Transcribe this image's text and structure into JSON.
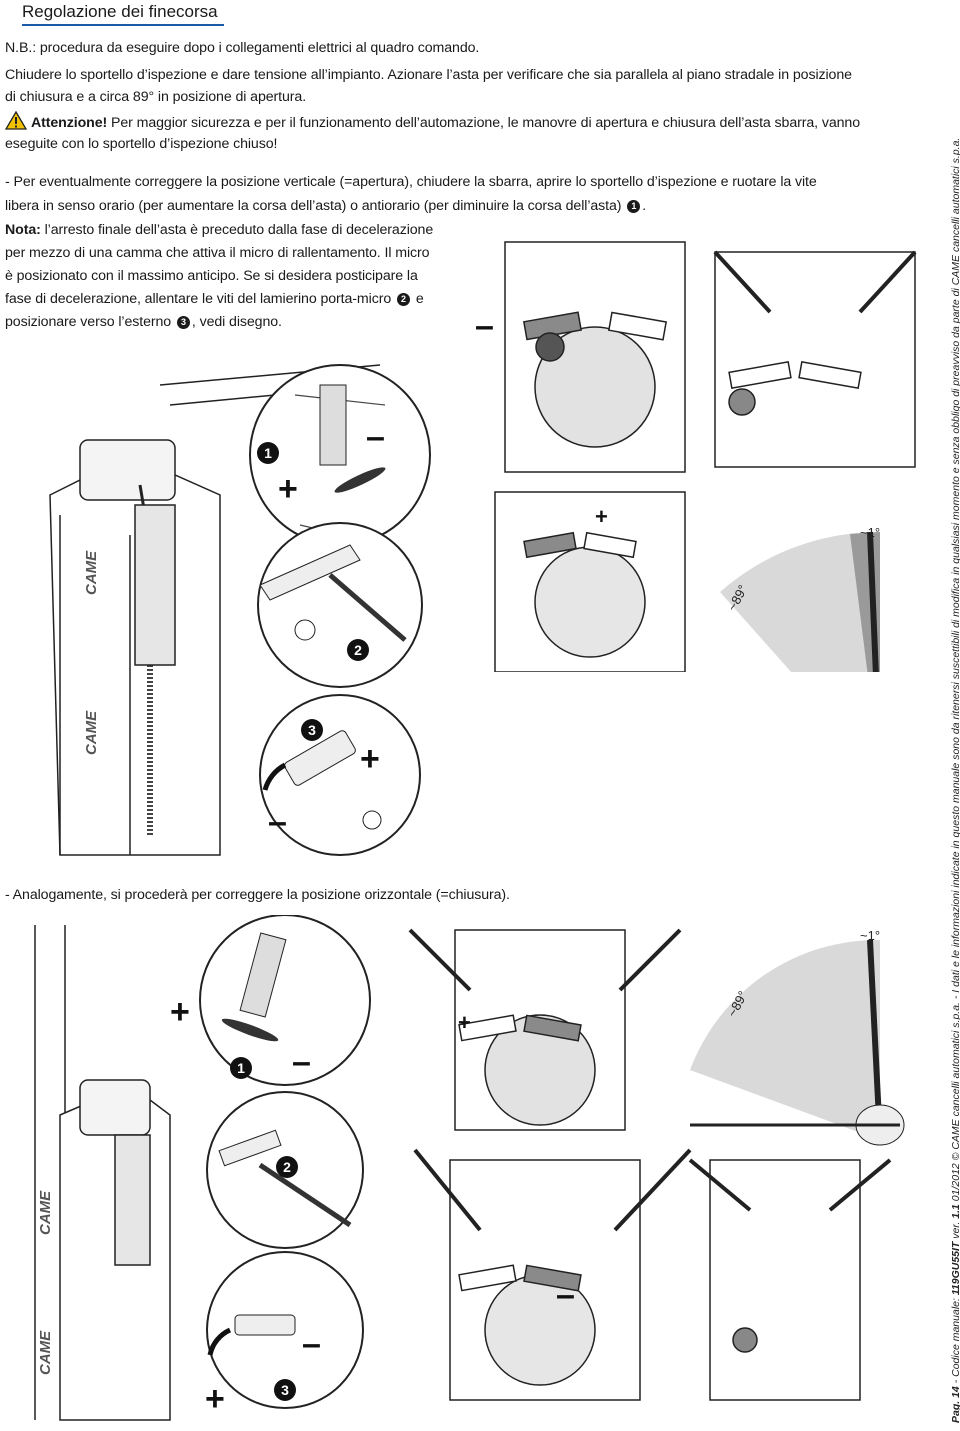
{
  "title": "Regolazione dei finecorsa",
  "note_nb": "N.B.: procedura da eseguire dopo i collegamenti elettrici al quadro comando.",
  "intro_line1": "Chiudere lo sportello d’ispezione e dare tensione all’impianto. Azionare l’asta per verificare che sia parallela al piano stradale in posizione",
  "intro_line2": "di chiusura e a circa 89° in posizione di apertura.",
  "warning_label": "Attenzione!",
  "warning_text1": " Per maggior sicurezza e per il funzionamento dell’automazione, le manovre di apertura e chiusura dell’asta sbarra, vanno",
  "warning_text2": "eseguite con lo sportello d’ispezione chiuso!",
  "vertical_line1": "- Per eventualmente correggere la posizione verticale (=apertura), chiudere la sbarra, aprire lo sportello d’ispezione e ruotare la vite",
  "vertical_line2": "libera in senso orario (per aumentare la corsa dell’asta) o antiorario (per diminuire la corsa dell’asta)",
  "nota_label": "Nota:",
  "nota_lines": [
    " l’arresto finale dell’asta è preceduto dalla fase di decelerazione",
    "per mezzo di una camma che attiva il micro di rallentamento. Il micro",
    "è posizionato con il massimo anticipo. Se si desidera posticipare la",
    "fase di decelerazione, allentare le viti del lamierino porta-micro",
    "posizionare verso l’esterno"
  ],
  "nota_e": "e",
  "nota_tail": ", vedi disegno.",
  "horizontal_text": "- Analogamente, si procederà per correggere la posizione orizzontale (=chiusura).",
  "step_numbers": [
    "1",
    "2",
    "3"
  ],
  "plus": "+",
  "minus": "–",
  "angle_1": "~1°",
  "angle_89": "~89°",
  "brand": "CAME",
  "footer_page": "Pag. 14",
  "footer_code_label": " - Codice manuale: ",
  "footer_code": "119GU55IT",
  "footer_ver_label": " ver. ",
  "footer_ver": "1.1",
  "footer_rest": " 01/2012  © CAME cancelli automatici s.p.a. - I dati e le informazioni indicate in questo manuale sono da ritenersi suscettibili di modifica in qualsiasi momento e senza obbligo di preavviso da parte di CAME cancelli automatici s.p.a.",
  "colors": {
    "title_rule": "#1a5aa8",
    "warning": "#f2c200",
    "cam_fill": "#8a8a8a",
    "sector_fill": "#bfbfbf"
  }
}
